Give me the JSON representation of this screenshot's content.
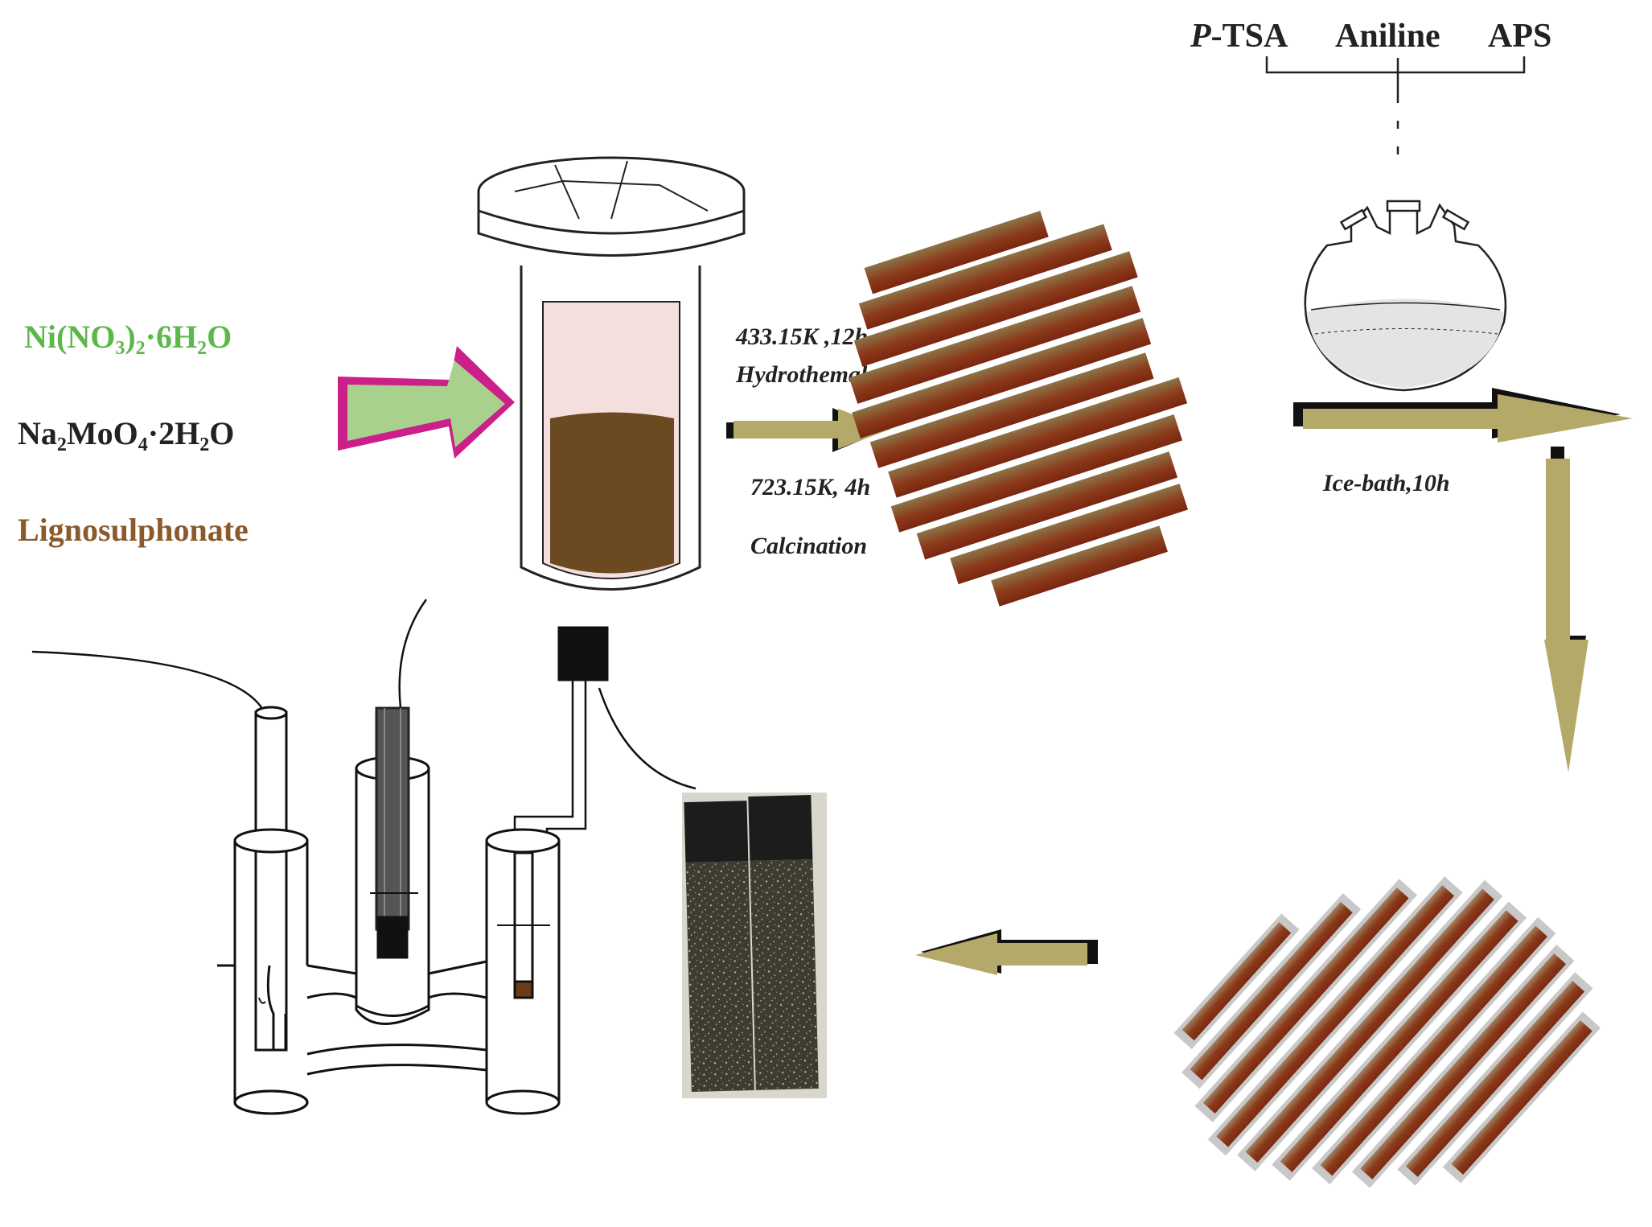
{
  "reagents": {
    "ni": {
      "main": "Ni(NO",
      "sub1": "3",
      "mid": ")",
      "sub2": "2",
      "rest": "·6H",
      "sub3": "2",
      "end": "O",
      "color": "#5cb84a"
    },
    "na": {
      "main": "Na",
      "sub1": "2",
      "mid": "MoO",
      "sub2": "4",
      "rest": "·2H",
      "sub3": "2",
      "end": "O",
      "color": "#222222"
    },
    "ligno": {
      "text": "Lignosulphonate",
      "color": "#8b5a2b"
    }
  },
  "hydrothermal": {
    "line1": "433.15K ,12h",
    "line2": "Hydrothemal"
  },
  "calcination": {
    "line1": "723.15K, 4h",
    "line2": "Calcination"
  },
  "polymerization": {
    "prefix": "P",
    "r1": "-TSA",
    "r2": "Aniline",
    "r3": "APS",
    "condition": "Ice-bath,10h"
  },
  "colors": {
    "arrow_fill": "#b5a96a",
    "arrow_shadow": "#111111",
    "big_arrow_fill": "#a9d18e",
    "big_arrow_edge": "#cc1f8a",
    "rod_dark": "#8b2e12",
    "rod_light": "#8c7448",
    "liquid": "#6b4a22",
    "liner": "#f4dede"
  }
}
